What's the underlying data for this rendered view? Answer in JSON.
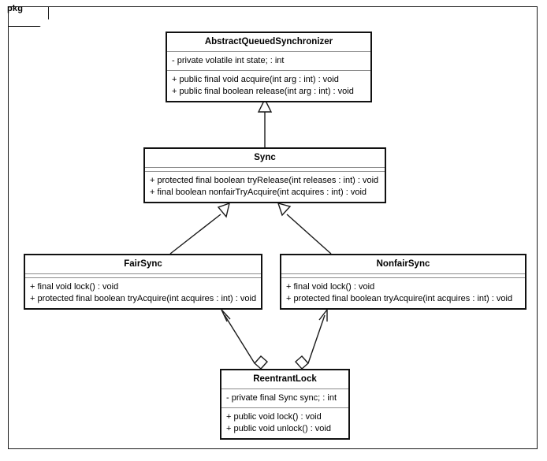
{
  "diagram": {
    "type": "uml-class-diagram",
    "package": {
      "tab_label": "pkg"
    },
    "classes": [
      {
        "id": "abstract-queued-synchronizer",
        "name": "AbstractQueuedSynchronizer",
        "attributes": [
          "- private volatile int state; : int"
        ],
        "operations": [
          "+ public final void acquire(int arg : int) : void",
          "+ public final boolean release(int arg : int) : void"
        ]
      },
      {
        "id": "sync",
        "name": "Sync",
        "attributes": [],
        "operations": [
          "+ protected final boolean tryRelease(int releases : int) : void",
          "+ final boolean nonfairTryAcquire(int acquires : int) : void"
        ]
      },
      {
        "id": "fair-sync",
        "name": "FairSync",
        "attributes": [],
        "operations": [
          "+ final void lock() : void",
          "+ protected final boolean tryAcquire(int acquires : int) : void"
        ]
      },
      {
        "id": "nonfair-sync",
        "name": "NonfairSync",
        "attributes": [],
        "operations": [
          "+ final void lock() : void",
          "+ protected final boolean tryAcquire(int acquires : int) : void"
        ]
      },
      {
        "id": "reentrant-lock",
        "name": "ReentrantLock",
        "attributes": [
          "- private final Sync sync; : int"
        ],
        "operations": [
          "+ public void lock() : void",
          "+ public void unlock() : void"
        ]
      }
    ],
    "relationships": [
      {
        "kind": "generalization",
        "from": "sync",
        "to": "abstract-queued-synchronizer"
      },
      {
        "kind": "generalization",
        "from": "fair-sync",
        "to": "sync"
      },
      {
        "kind": "generalization",
        "from": "nonfair-sync",
        "to": "sync"
      },
      {
        "kind": "aggregation",
        "from": "reentrant-lock",
        "to": "fair-sync"
      },
      {
        "kind": "aggregation",
        "from": "reentrant-lock",
        "to": "nonfair-sync"
      }
    ],
    "colors": {
      "line": "#1a1a1a",
      "separator": "#8a8a8a",
      "fill": "#ffffff"
    }
  }
}
